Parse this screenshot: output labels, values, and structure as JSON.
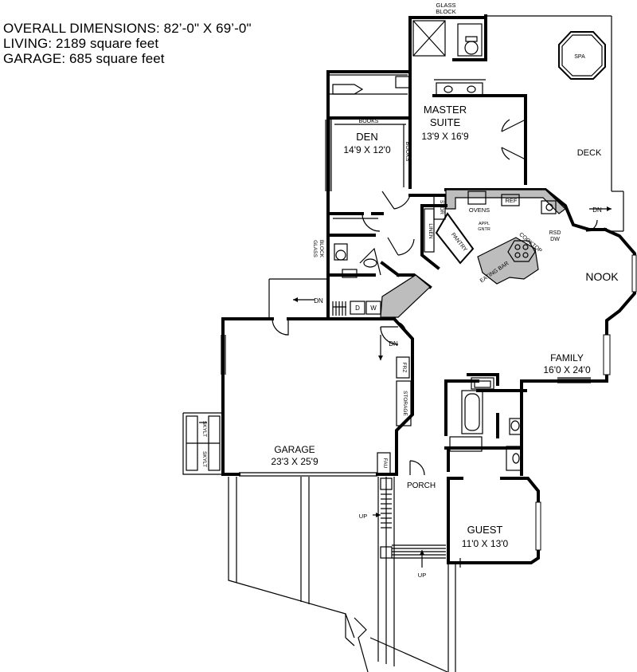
{
  "header": {
    "overall": "OVERALL DIMENSIONS: 82’-0\" X 69’-0\"",
    "living": "LIVING: 2189 square feet",
    "garage": "GARAGE: 685 square feet"
  },
  "rooms": {
    "master_name_1": "MASTER",
    "master_name_2": "SUITE",
    "master_dim": "13'9 X 16'9",
    "den_name": "DEN",
    "den_dim": "14'9 X 12'0",
    "deck": "DECK",
    "spa": "SPA",
    "nook": "NOOK",
    "family_name": "FAMILY",
    "family_dim": "16'0 X 24'0",
    "garage_name": "GARAGE",
    "garage_dim": "23'3 X 25'9",
    "guest_name": "GUEST",
    "guest_dim": "11'0 X 13'0",
    "porch": "PORCH"
  },
  "labels": {
    "glass_block_top_1": "GLASS",
    "glass_block_top_2": "BLOCK",
    "glass_block_side_1": "GLASS",
    "glass_block_side_2": "BLOCK",
    "books_top": "BOOKS",
    "books_side": "BOOKS",
    "ovens": "OVENS",
    "ref": "REF",
    "appl_1": "APPL",
    "appl_2": "GNTR",
    "stor": "STOR",
    "linen": "LINEN",
    "pantry": "PANTRY",
    "cooktop": "COOKTOP",
    "eating_bar": "EATING BAR",
    "rsd": "RSD",
    "dw": "DW",
    "dn_deck": "DN",
    "dn_laundry": "DN",
    "dn_garage": "DN",
    "d": "D",
    "w": "W",
    "frz": "FRZ",
    "storage": "STORAGE",
    "fau": "FAU",
    "skylt_1": "SKYLT",
    "skylt_2": "SKYLT",
    "up_left": "UP",
    "up_bottom": "UP"
  }
}
